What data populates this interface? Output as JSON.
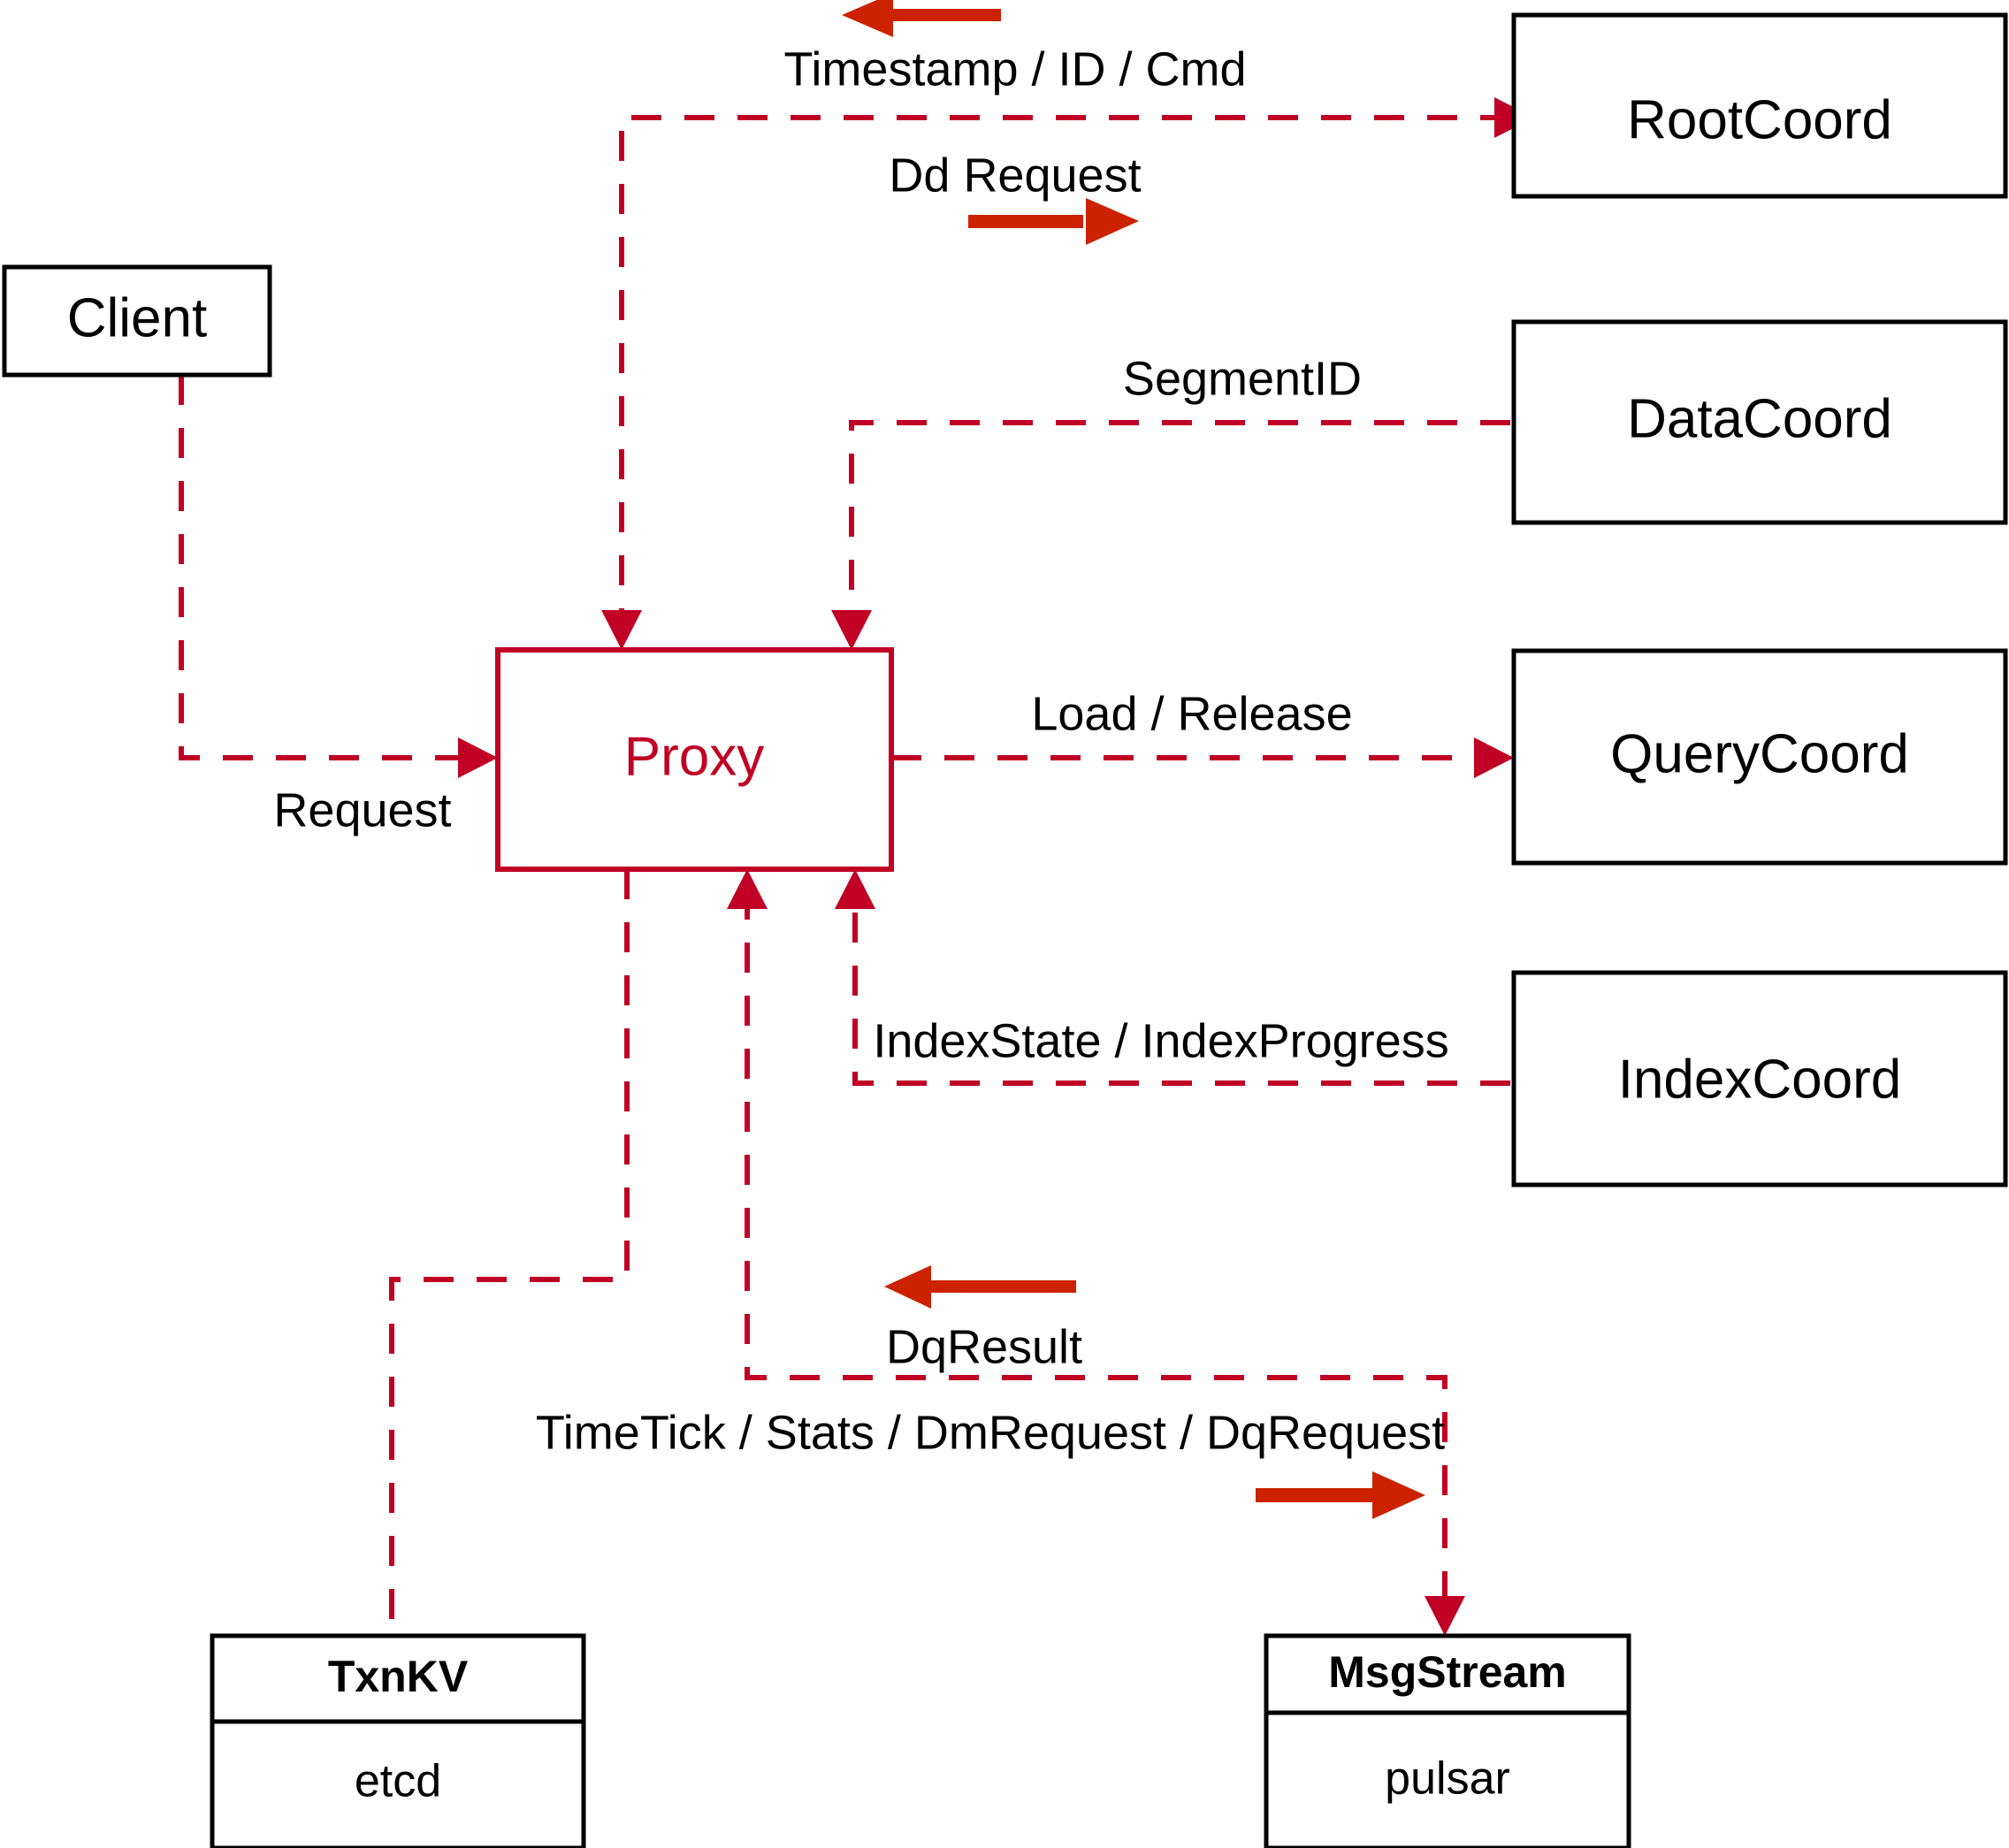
{
  "diagram": {
    "title": "Proxy component interaction diagram",
    "colors": {
      "flow": "#C00024",
      "legend_arrow": "#CC2200",
      "node_border": "#000000",
      "proxy_border": "#C00024",
      "background": "#FFFFFF"
    },
    "nodes": {
      "client": {
        "label": "Client"
      },
      "proxy": {
        "label": "Proxy"
      },
      "root_coord": {
        "label": "RootCoord"
      },
      "data_coord": {
        "label": "DataCoord"
      },
      "query_coord": {
        "label": "QueryCoord"
      },
      "index_coord": {
        "label": "IndexCoord"
      },
      "txn_kv": {
        "label": "TxnKV",
        "impl": "etcd"
      },
      "msg_stream": {
        "label": "MsgStream",
        "impl": "pulsar"
      }
    },
    "edge_labels": {
      "timestamp_id_cmd": "Timestamp / ID / Cmd",
      "dd_request": "Dd Request",
      "segment_id": "SegmentID",
      "request": "Request",
      "load_release": "Load / Release",
      "index_state_progress": "IndexState / IndexProgress",
      "dq_result": "DqResult",
      "timetick_stats": "TimeTick / Stats / DmRequest / DqRequest"
    },
    "legend_arrows": {
      "timestamp_direction": "left-arrow",
      "dd_request_direction": "right-arrow",
      "dq_result_direction": "left-arrow",
      "timetick_direction": "right-arrow"
    }
  }
}
